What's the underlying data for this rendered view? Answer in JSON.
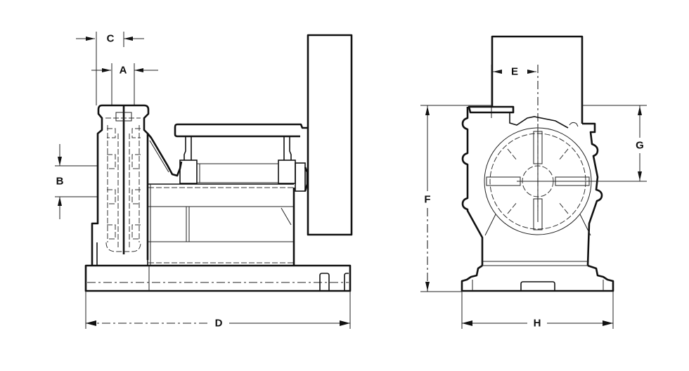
{
  "drawing": {
    "type": "pump dimension drawing",
    "views": [
      "side-view",
      "end-view"
    ],
    "line_color": "#111111",
    "background": "#ffffff"
  },
  "side_view": {
    "dimensions": {
      "A": "A",
      "B": "B",
      "C": "C",
      "D": "D"
    }
  },
  "end_view": {
    "dimensions": {
      "E": "E",
      "F": "F",
      "G": "G",
      "H": "H"
    }
  }
}
